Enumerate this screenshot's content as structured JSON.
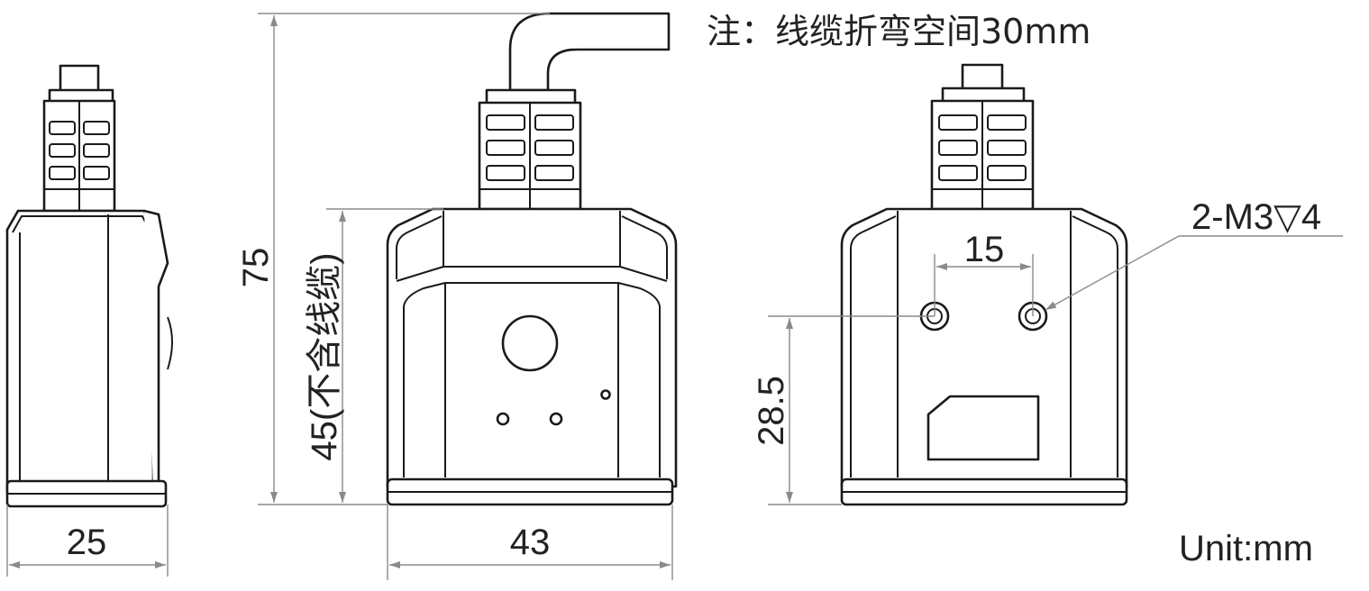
{
  "notes": {
    "cable_bend": "注：线缆折弯空间30mm",
    "unit": "Unit:mm"
  },
  "dimensions": {
    "side_width": "25",
    "front_width": "43",
    "total_height": "75",
    "body_height": "45(不含线缆)",
    "hole_spacing": "15",
    "hole_height": "28.5",
    "hole_spec": "2-M3▽4"
  },
  "colors": {
    "outline": "#1a1a1a",
    "dimension_line": "#8a8a8a"
  }
}
